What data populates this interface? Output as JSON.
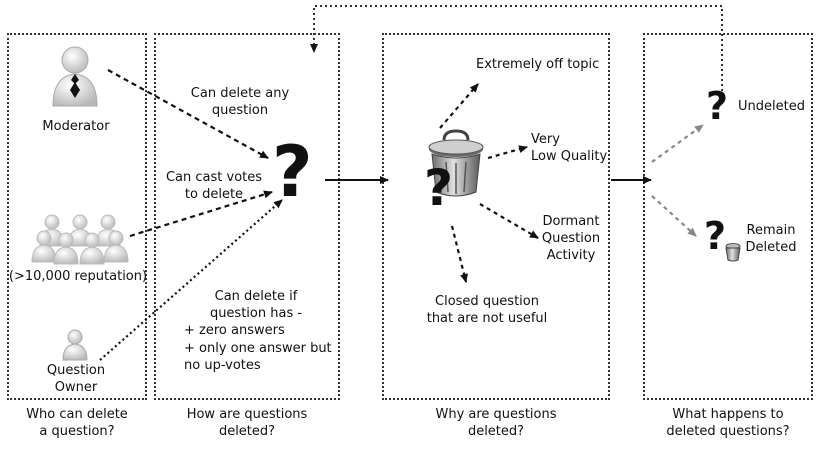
{
  "panels": {
    "who": {
      "caption": "Who can delete\na question?"
    },
    "how": {
      "caption": "How are questions\ndeleted?"
    },
    "why": {
      "caption": "Why are questions\ndeleted?"
    },
    "what": {
      "caption": "What happens to\ndeleted questions?"
    }
  },
  "actors": {
    "moderator": "Moderator",
    "users": "(>10,000 reputation)",
    "owner": "Question\nOwner"
  },
  "rules": {
    "moderator_rule": "Can delete any\nquestion",
    "users_rule": "Can cast votes\nto delete",
    "owner_rule_title": "Can delete if\nquestion has -",
    "owner_rule_item1": "+ zero answers",
    "owner_rule_item2": "+ only one answer but\n   no up-votes"
  },
  "reasons": {
    "off_topic": "Extremely off topic",
    "low_quality": "Very\nLow Quality",
    "dormant": "Dormant\nQuestion\nActivity",
    "closed": "Closed question\nthat are not useful"
  },
  "outcomes": {
    "undeleted": "Undeleted",
    "remain_deleted": "Remain\nDeleted"
  },
  "symbols": {
    "question_mark": "?"
  }
}
